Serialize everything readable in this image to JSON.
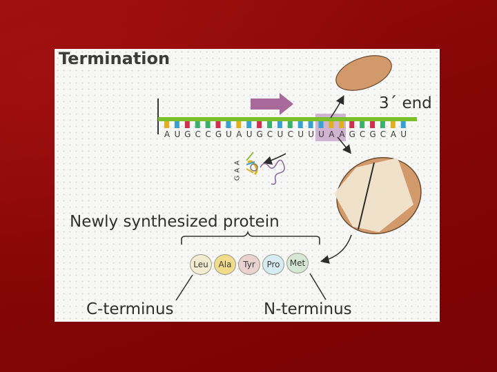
{
  "diagram": {
    "title": "Termination",
    "three_prime_label": "3´ end",
    "protein_label": "Newly synthesized protein",
    "c_terminus_label": "C-terminus",
    "n_terminus_label": "N-terminus",
    "mrna_sequence": [
      "A",
      "U",
      "G",
      "C",
      "C",
      "G",
      "U",
      "A",
      "U",
      "G",
      "C",
      "U",
      "C",
      "U",
      "U",
      "U",
      "A",
      "A",
      "G",
      "C",
      "G",
      "C",
      "A",
      "U"
    ],
    "highlighted_codon": "UAA",
    "trna_anticodon": [
      "G",
      "A",
      "A"
    ],
    "amino_acids": [
      "Leu",
      "Ala",
      "Tyr",
      "Pro",
      "Met"
    ],
    "colors": {
      "background": "#8a0707",
      "ribosome_orange": "#d29a6a",
      "ribosome_light": "#f1e6d0",
      "mrna_backbone": "#7bbf2a",
      "arrow_purple": "#a86a9a",
      "stop_codon_highlight": "#c9a9cc"
    }
  }
}
